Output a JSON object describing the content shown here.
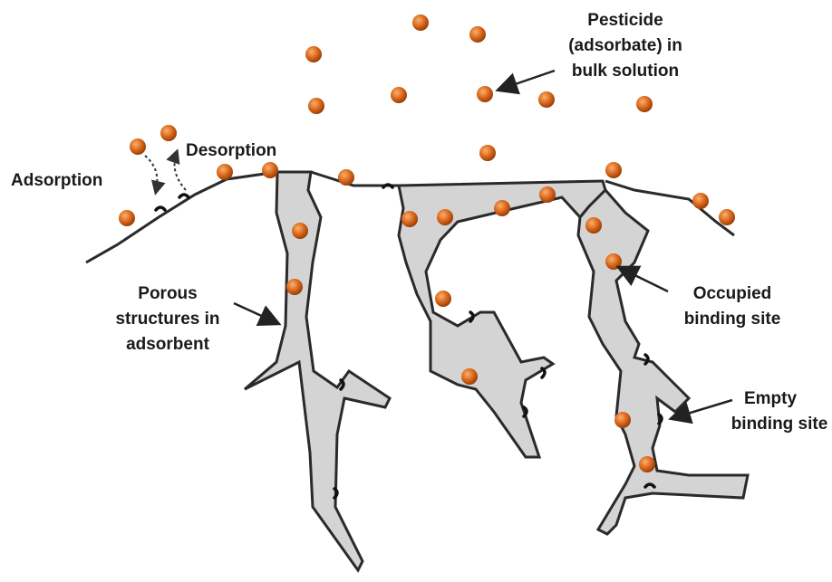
{
  "labels": {
    "pesticide_line1": "Pesticide",
    "pesticide_line2": "(adsorbate) in",
    "pesticide_line3": "bulk solution",
    "desorption": "Desorption",
    "adsorption": "Adsorption",
    "porous_line1": "Porous",
    "porous_line2": "structures in",
    "porous_line3": "adsorbent",
    "occupied_line1": "Occupied",
    "occupied_line2": "binding site",
    "empty_line1": "Empty",
    "empty_line2": "binding site"
  },
  "colors": {
    "particle": "#d9661a",
    "particle_highlight": "#f5a05a",
    "pore_fill": "#d4d4d4",
    "outline": "#2a2a2a"
  }
}
